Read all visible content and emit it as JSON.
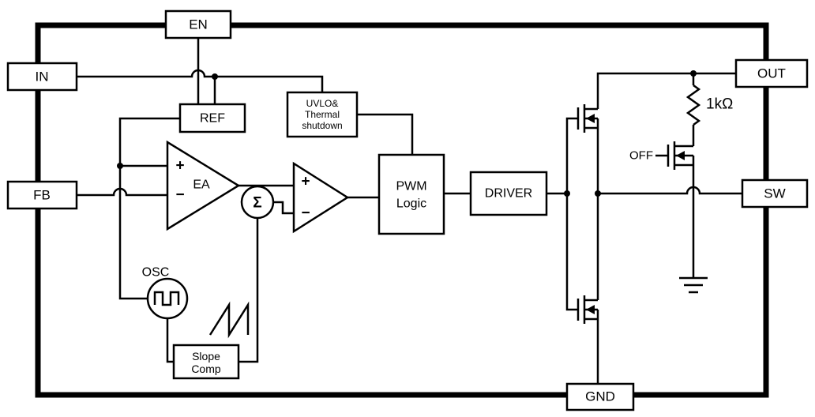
{
  "pins": {
    "en": "EN",
    "in": "IN",
    "fb": "FB",
    "out": "OUT",
    "sw": "SW",
    "gnd": "GND"
  },
  "blocks": {
    "ref": "REF",
    "uvlo": {
      "line1": "UVLO&",
      "line2": "Thermal",
      "line3": "shutdown"
    },
    "ea": "EA",
    "summer": "Σ",
    "pwm": {
      "line1": "PWM",
      "line2": "Logic"
    },
    "driver": "DRIVER",
    "osc": "OSC",
    "slope": {
      "line1": "Slope",
      "line2": "Comp"
    }
  },
  "signs": {
    "ea_plus": "+",
    "ea_minus": "−",
    "cmp_plus": "+",
    "cmp_minus": "−"
  },
  "annotations": {
    "resistor": "1kΩ",
    "off_label": "OFF"
  },
  "colors": {
    "line": "#000000",
    "background": "#ffffff"
  }
}
